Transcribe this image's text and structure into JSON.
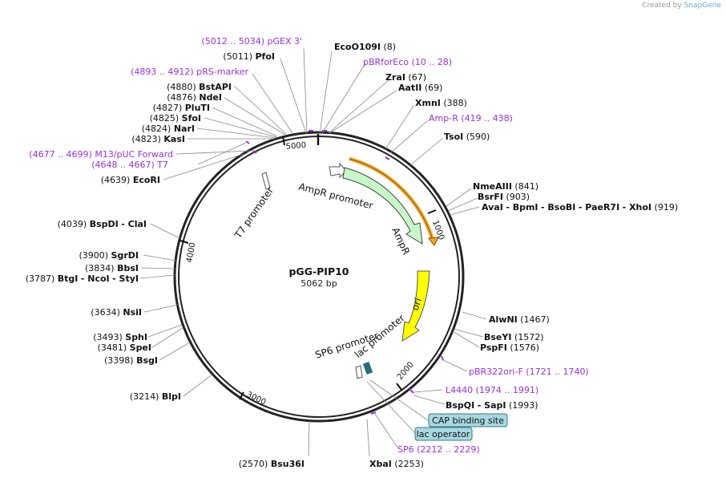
{
  "credit": {
    "prefix": "Created by",
    "brand": "SnapGene"
  },
  "plasmid": {
    "name": "pGG-PIP10",
    "size": "5062 bp"
  },
  "ticks": [
    "1000",
    "2000",
    "3000",
    "4000",
    "5000"
  ],
  "features": {
    "ampr_promoter": "AmpR promoter",
    "ampr": "AmpR",
    "ori": "ori",
    "t7_promoter": "T7 promoter",
    "sp6_promoter": "SP6 promoter",
    "lac_promoter": "lac promoter"
  },
  "sites": [
    {
      "pos": "(5012 .. 5034)",
      "name": "pGEX 3'"
    },
    {
      "pos": "(5011)",
      "name": "PfoI"
    },
    {
      "pos": "(4893 .. 4912)",
      "name": "pRS-marker"
    },
    {
      "pos": "(4880)",
      "name": "BstAPI"
    },
    {
      "pos": "(4876)",
      "name": "NdeI"
    },
    {
      "pos": "(4827)",
      "name": "PluTI"
    },
    {
      "pos": "(4825)",
      "name": "SfoI"
    },
    {
      "pos": "(4824)",
      "name": "NarI"
    },
    {
      "pos": "(4823)",
      "name": "KasI"
    },
    {
      "pos": "(4677 .. 4699)",
      "name": "M13/pUC Forward"
    },
    {
      "pos": "(4648 .. 4667)",
      "name": "T7"
    },
    {
      "pos": "(4639)",
      "name": "EcoRI"
    },
    {
      "pos": "(4039)",
      "name": "BspDI",
      "extra": "- ClaI"
    },
    {
      "pos": "(3900)",
      "name": "SgrDI"
    },
    {
      "pos": "(3834)",
      "name": "BbsI"
    },
    {
      "pos": "(3787)",
      "name": "BtgI",
      "extra": "- NcoI",
      "extra2": "- StyI"
    },
    {
      "pos": "(3634)",
      "name": "NsiI"
    },
    {
      "pos": "(3493)",
      "name": "SphI"
    },
    {
      "pos": "(3481)",
      "name": "SpeI"
    },
    {
      "pos": "(3398)",
      "name": "BsgI"
    },
    {
      "pos": "(3214)",
      "name": "BlpI"
    },
    {
      "pos": "(2570)",
      "name": "Bsu36I"
    },
    {
      "name": "EcoO109I",
      "pos": "(8)"
    },
    {
      "name": "pBRforEco",
      "pos": "(10 .. 28)"
    },
    {
      "name": "ZraI",
      "pos": "(67)"
    },
    {
      "name": "AatII",
      "pos": "(69)"
    },
    {
      "name": "XmnI",
      "pos": "(388)"
    },
    {
      "name": "Amp-R",
      "pos": "(419 .. 438)"
    },
    {
      "name": "TsoI",
      "pos": "(590)"
    },
    {
      "name": "NmeAIII",
      "pos": "(841)"
    },
    {
      "name": "BsrFI",
      "pos": "(903)"
    },
    {
      "name": "AvaI",
      "extra": "- BpmI",
      "extra2": "- BsoBI",
      "extra3": "- PaeR7I",
      "extra4": "- XhoI",
      "pos": "(919)"
    },
    {
      "name": "AlwNI",
      "pos": "(1467)"
    },
    {
      "name": "BseYI",
      "pos": "(1572)"
    },
    {
      "name": "PspFI",
      "pos": "(1576)"
    },
    {
      "name": "pBR322ori-F",
      "pos": "(1721 .. 1740)"
    },
    {
      "name": "L4440",
      "pos": "(1974 .. 1991)"
    },
    {
      "name": "BspQI",
      "extra": "- SapI",
      "pos": "(1993)"
    },
    {
      "name": "SP6",
      "pos": "(2212 .. 2229)"
    },
    {
      "name": "XbaI",
      "pos": "(2253)"
    }
  ],
  "boxes": {
    "cap": "CAP binding site",
    "lacop": "lac operator"
  },
  "colors": {
    "primer": "#9b30d9",
    "ampr": "#c8f7c8",
    "ori": "#ffff00",
    "box": "#a8d8e0",
    "orf": "#f5a623"
  }
}
